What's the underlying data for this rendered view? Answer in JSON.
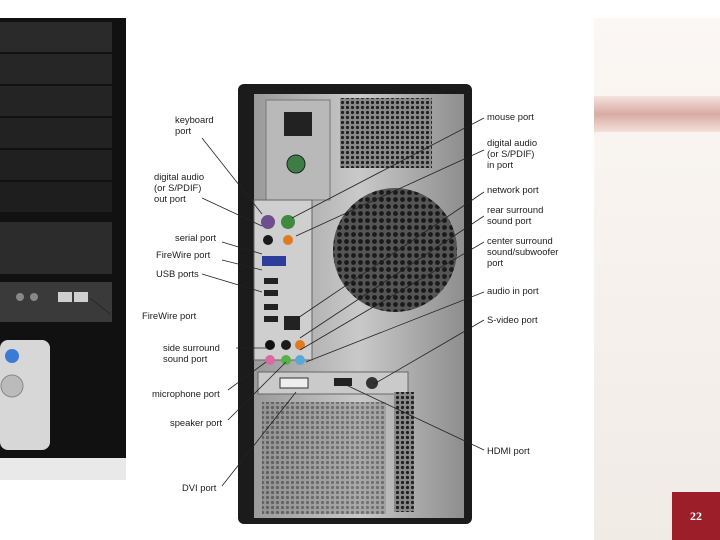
{
  "diagram": {
    "labels_left": {
      "keyboard": "keyboard\nport",
      "digital_audio_out": "digital audio\n(or S/PDIF)\nout port",
      "serial": "serial port",
      "firewire": "FireWire port",
      "usb": "USB ports",
      "firewire_front": "FireWire port",
      "side_surround": "side surround\nsound port",
      "microphone": "microphone port",
      "speaker": "speaker port",
      "dvi": "DVI port"
    },
    "labels_right": {
      "mouse": "mouse port",
      "digital_audio_in": "digital audio\n(or S/PDIF)\nin port",
      "network": "network port",
      "rear_surround": "rear surround\nsound port",
      "center_surround": "center surround\nsound/subwoofer\nport",
      "audio_in": "audio in port",
      "svideo": "S-video port",
      "hdmi": "HDMI port"
    }
  },
  "slide": {
    "page_number": "22"
  }
}
